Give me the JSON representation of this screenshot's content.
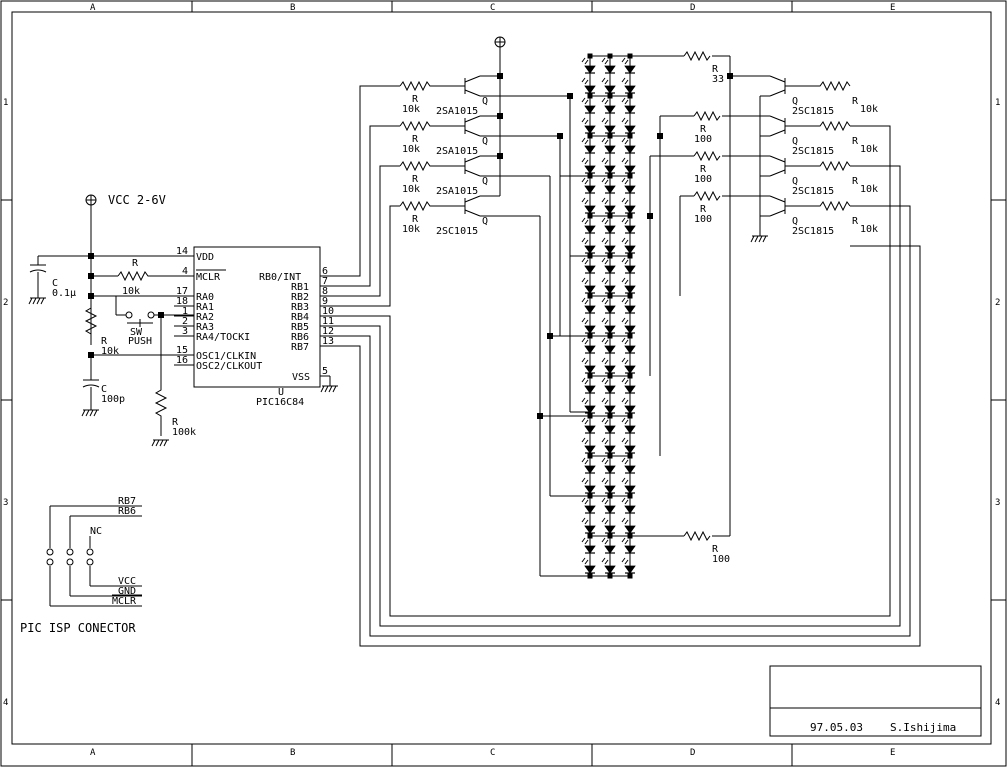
{
  "sheet": {
    "col_labels": [
      "A",
      "B",
      "C",
      "D",
      "E"
    ],
    "row_labels": [
      "1",
      "2",
      "3",
      "4"
    ]
  },
  "power": {
    "vcc_label": "VCC 2-6V"
  },
  "ic": {
    "ref": "U",
    "part": "PIC16C84",
    "left_pins": [
      {
        "num": "14",
        "name": "VDD"
      },
      {
        "num": "4",
        "name": "MCLR"
      },
      {
        "num": "17",
        "name": "RA0"
      },
      {
        "num": "18",
        "name": "RA1"
      },
      {
        "num": "1",
        "name": "RA2"
      },
      {
        "num": "2",
        "name": "RA3"
      },
      {
        "num": "3",
        "name": "RA4/TOCKI"
      },
      {
        "num": "15",
        "name": "OSC1/CLKIN"
      },
      {
        "num": "16",
        "name": "OSC2/CLKOUT"
      }
    ],
    "right_pins": [
      {
        "num": "6",
        "name": "RB0/INT"
      },
      {
        "num": "7",
        "name": "RB1"
      },
      {
        "num": "8",
        "name": "RB2"
      },
      {
        "num": "9",
        "name": "RB3"
      },
      {
        "num": "10",
        "name": "RB4"
      },
      {
        "num": "11",
        "name": "RB5"
      },
      {
        "num": "12",
        "name": "RB6"
      },
      {
        "num": "13",
        "name": "RB7"
      }
    ],
    "vss": {
      "num": "5",
      "name": "VSS"
    }
  },
  "passives": {
    "c1": {
      "ref": "C",
      "value": "0.1μ"
    },
    "r_mclr": {
      "ref": "R",
      "value": "10k"
    },
    "r_osc": {
      "ref": "R",
      "value": "10k"
    },
    "c_osc": {
      "ref": "C",
      "value": "100p"
    },
    "r_pull": {
      "ref": "R",
      "value": "100k"
    },
    "sw": {
      "ref": "SW",
      "value": "PUSH"
    }
  },
  "pnp_stages": [
    {
      "r_ref": "R",
      "r_value": "10k",
      "q_ref": "Q",
      "q_part": "2SA1015"
    },
    {
      "r_ref": "R",
      "r_value": "10k",
      "q_ref": "Q",
      "q_part": "2SA1015"
    },
    {
      "r_ref": "R",
      "r_value": "10k",
      "q_ref": "Q",
      "q_part": "2SA1015"
    },
    {
      "r_ref": "R",
      "r_value": "10k",
      "q_ref": "Q",
      "q_part": "2SC1015"
    }
  ],
  "npn_stages": [
    {
      "q_ref": "Q",
      "q_part": "2SC1815",
      "r_ref": "R",
      "r_value": "10k"
    },
    {
      "q_ref": "Q",
      "q_part": "2SC1815",
      "r_ref": "R",
      "r_value": "10k"
    },
    {
      "q_ref": "Q",
      "q_part": "2SC1815",
      "r_ref": "R",
      "r_value": "10k"
    },
    {
      "q_ref": "Q",
      "q_part": "2SC1815",
      "r_ref": "R",
      "r_value": "10k"
    }
  ],
  "led_resistors": [
    {
      "ref": "R",
      "value": "33"
    },
    {
      "ref": "R",
      "value": "100"
    },
    {
      "ref": "R",
      "value": "100"
    },
    {
      "ref": "R",
      "value": "100"
    },
    {
      "ref": "R",
      "value": "100"
    }
  ],
  "isp": {
    "title": "PIC ISP CONECTOR",
    "pins": [
      "RB7",
      "RB6",
      "NC",
      "VCC",
      "GND",
      "MCLR"
    ]
  },
  "title_block": {
    "date": "97.05.03",
    "author": "S.Ishijima"
  }
}
